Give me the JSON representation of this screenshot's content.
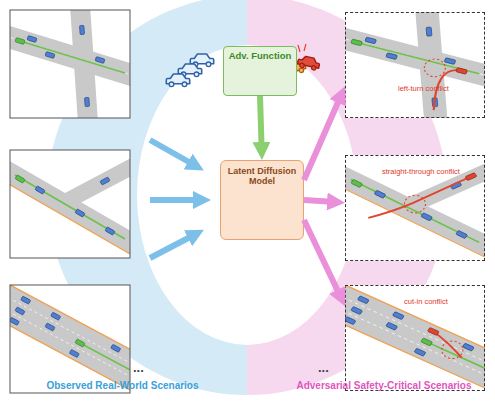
{
  "diagram": {
    "nodes": [
      {
        "text": [
          "Adv. Function"
        ]
      },
      {
        "text": [
          "Latent Diffusion Model"
        ]
      },
      {
        "text": [
          "left-turn conflict"
        ]
      },
      {
        "text": [
          "straight-through conflict"
        ]
      },
      {
        "text": [
          "cut-in conflict"
        ]
      }
    ],
    "edges": [
      {
        "from": 0,
        "to": 1,
        "arrow": "to"
      },
      {
        "from": 1,
        "to": 2,
        "arrow": "to"
      },
      {
        "from": 1,
        "to": 3,
        "arrow": "to"
      },
      {
        "from": 1,
        "to": 4,
        "arrow": "to"
      }
    ],
    "labels": [
      "Observed Real-World Scenarios",
      "Adversarial Safety-Critical Scenarios",
      "...",
      "..."
    ]
  }
}
